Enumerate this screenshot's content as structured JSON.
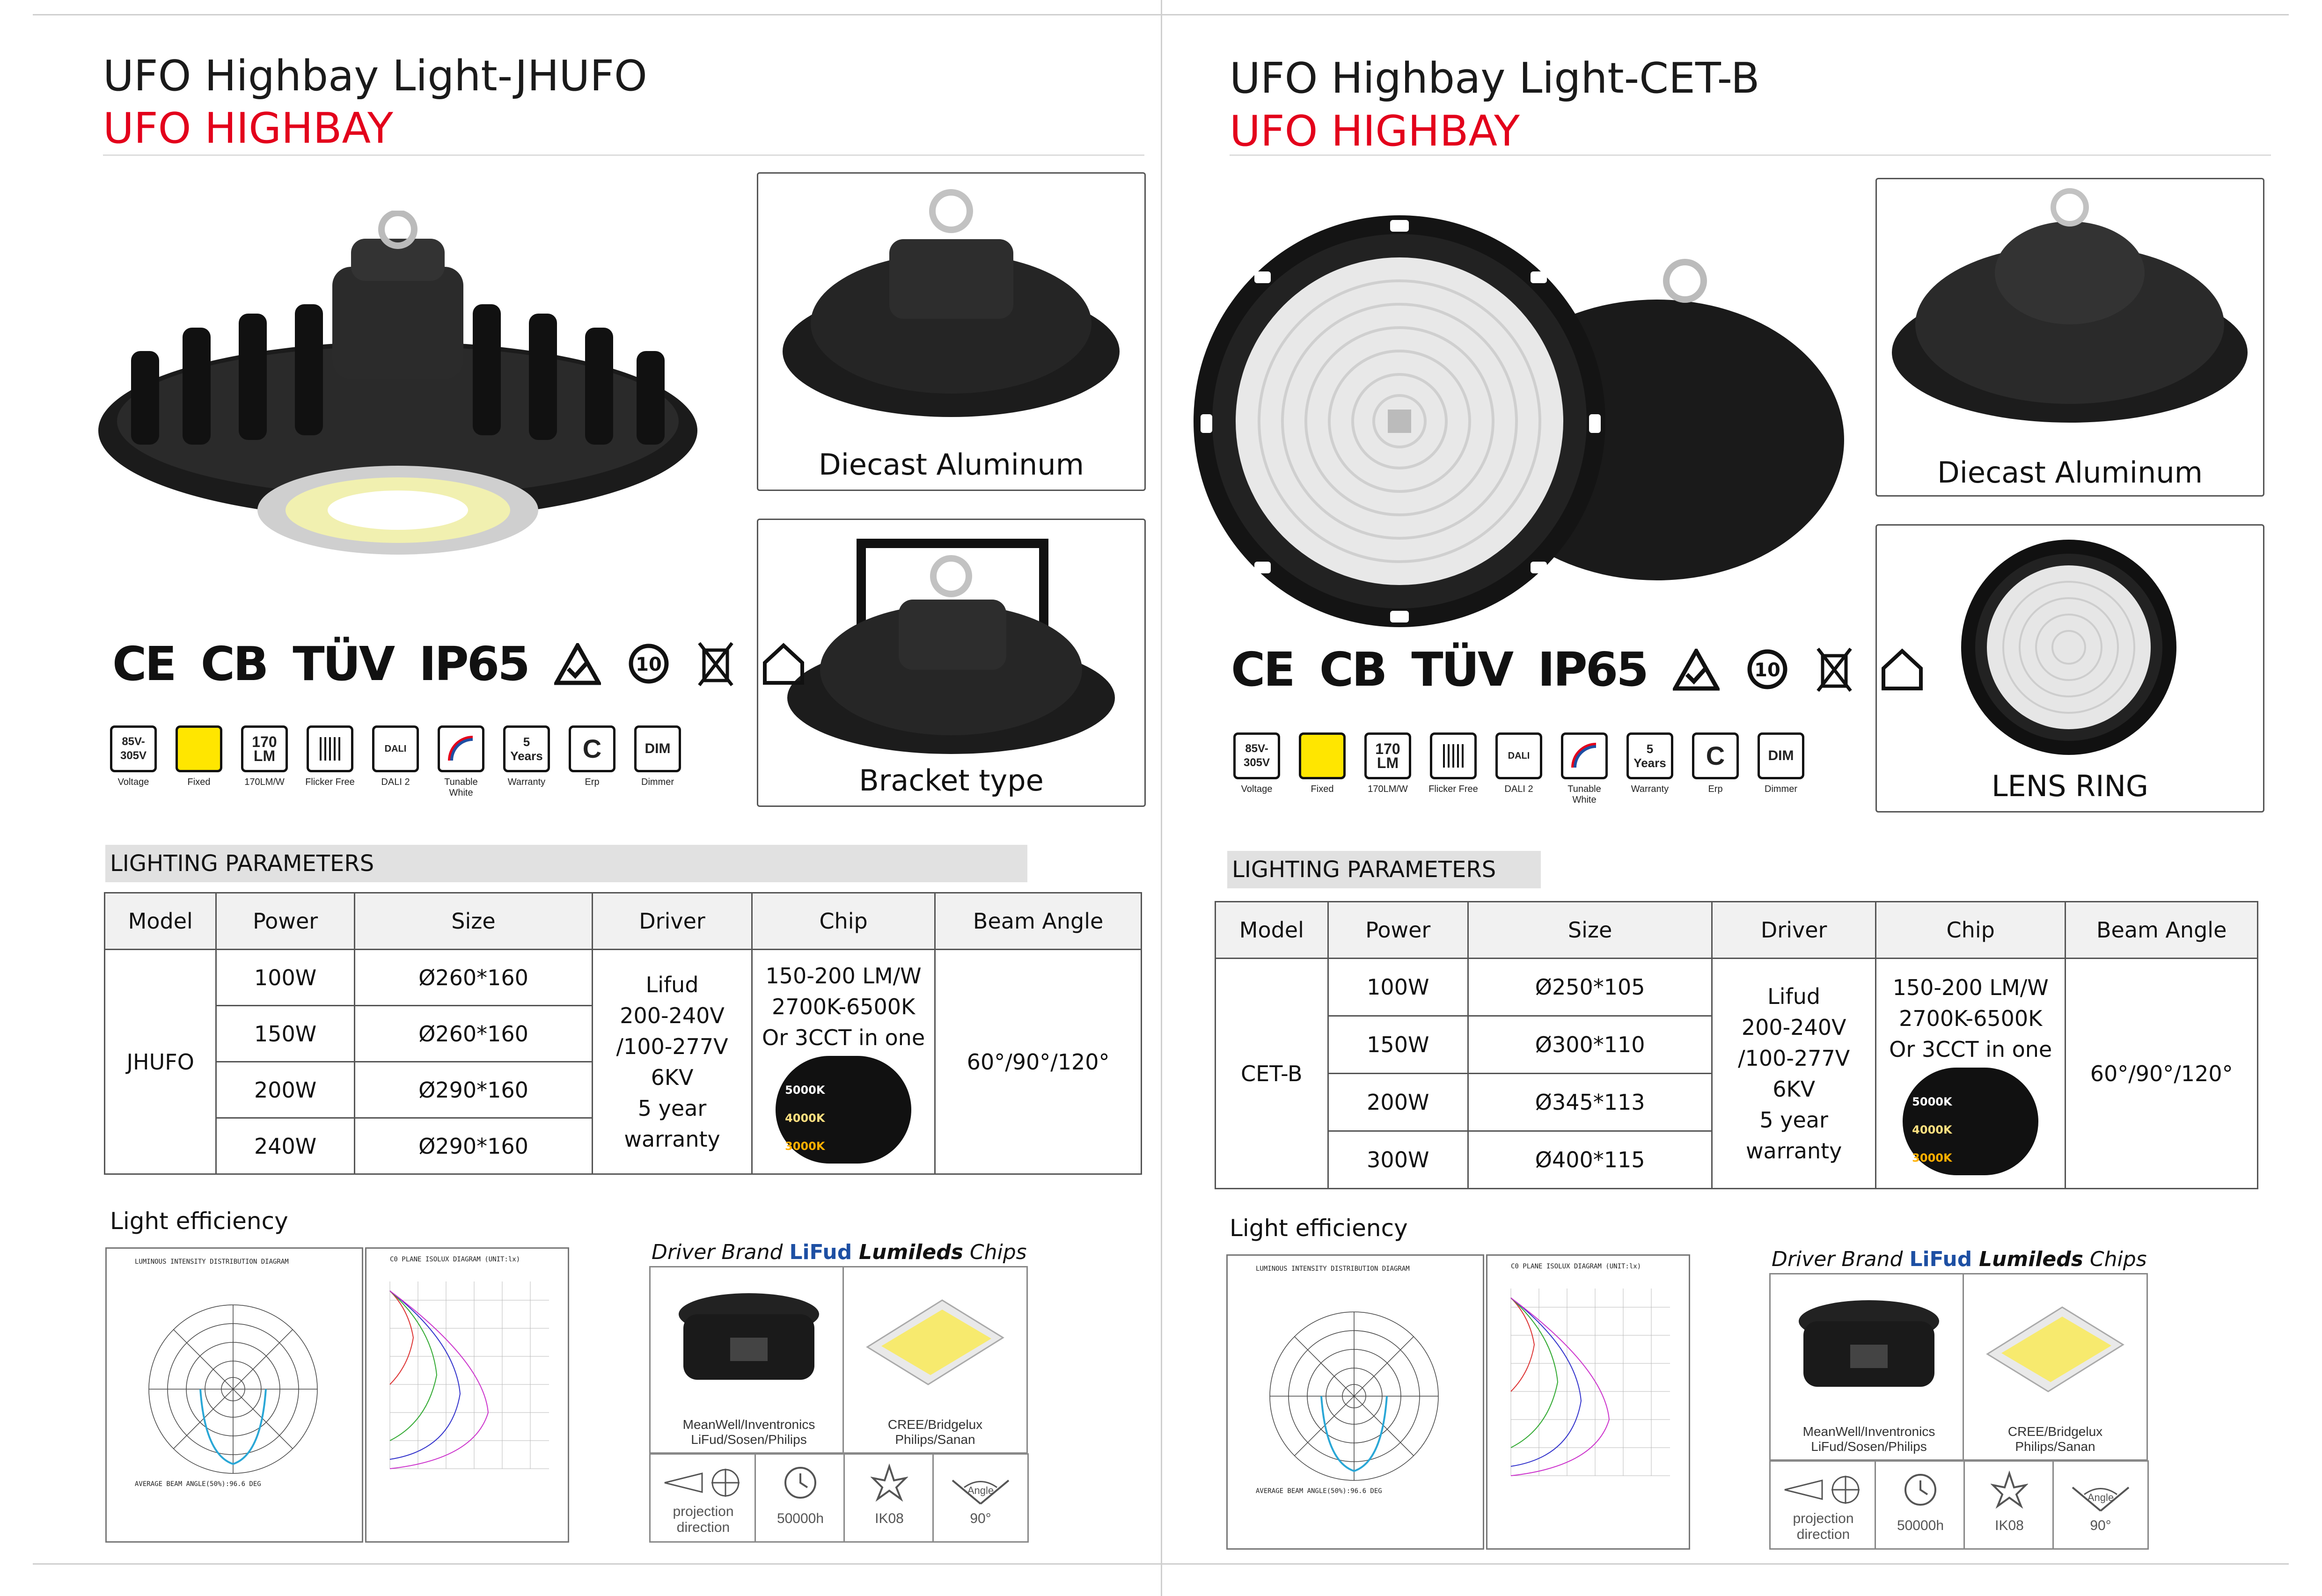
{
  "left": {
    "title": "UFO Highbay Light-JHUFO",
    "subtitle": "UFO HIGHBAY",
    "frames": [
      "Diecast  Aluminum",
      "Bracket type"
    ],
    "certs": [
      "CE",
      "CB",
      "TÜV",
      "IP65"
    ],
    "features": [
      {
        "icon": "85V-\n305V",
        "label": "Voltage"
      },
      {
        "icon": "",
        "label": "Fixed"
      },
      {
        "icon": "170\nLM",
        "label": "170LM/W"
      },
      {
        "icon": "",
        "label": "Flicker Free"
      },
      {
        "icon": "DALI",
        "label": "DALI 2"
      },
      {
        "icon": "",
        "label": "Tunable White"
      },
      {
        "icon": "5\nYears",
        "label": "Warranty"
      },
      {
        "icon": "C",
        "label": "Erp"
      },
      {
        "icon": "DIM",
        "label": "Dimmer"
      }
    ],
    "section": "LIGHTING PARAMETERS",
    "headers": [
      "Model",
      "Power",
      "Size",
      "Driver",
      "Chip",
      "Beam Angle"
    ],
    "model": "JHUFO",
    "rows": [
      {
        "power": "100W",
        "size": "Ø260*160"
      },
      {
        "power": "150W",
        "size": "Ø260*160"
      },
      {
        "power": "200W",
        "size": "Ø290*160"
      },
      {
        "power": "240W",
        "size": "Ø290*160"
      }
    ],
    "driver": [
      "Lifud",
      "200-240V",
      "/100-277V",
      "6KV",
      "5 year",
      "warranty"
    ],
    "chip": [
      "150-200 LM/W",
      "2700K-6500K",
      "Or 3CCT in one"
    ],
    "cct": [
      "5000K",
      "4000K",
      "3000K"
    ],
    "beam": "60°/90°/120°",
    "efficiency_label": "Light efficiency",
    "diag1_title": "LUMINOUS INTENSITY DISTRIBUTION DIAGRAM",
    "diag2_title": "C0 PLANE ISOLUX DIAGRAM (UNIT:lx)",
    "diag1_footer": "AVERAGE BEAM ANGLE(50%):96.6 DEG",
    "driver_brand_caption": "Driver Brand",
    "driver_brand_logo": "LiFud",
    "chips_caption_bold": "Lumileds",
    "chips_caption": "Chips",
    "driver_box_text": [
      "MeanWell/Inventronics",
      "LiFud/Sosen/Philips"
    ],
    "chips_box_text": [
      "CREE/Bridgelux",
      "Philips/Sanan"
    ],
    "specs": [
      {
        "label": "projection\ndirection"
      },
      {
        "label": "50000h"
      },
      {
        "label": "IK08"
      },
      {
        "label": "90°",
        "top": "Angle"
      }
    ]
  },
  "right": {
    "title": "UFO Highbay Light-CET-B",
    "subtitle": "UFO HIGHBAY",
    "frames": [
      "Diecast  Aluminum",
      "LENS RING"
    ],
    "section": "LIGHTING PARAMETERS",
    "model": "CET-B",
    "rows": [
      {
        "power": "100W",
        "size": "Ø250*105"
      },
      {
        "power": "150W",
        "size": "Ø300*110"
      },
      {
        "power": "200W",
        "size": "Ø345*113"
      },
      {
        "power": "300W",
        "size": "Ø400*115"
      }
    ]
  },
  "colors": {
    "accent_red": "#e3001b",
    "fixed_yellow": "#ffe600",
    "lifud_blue": "#1d4fa3"
  }
}
